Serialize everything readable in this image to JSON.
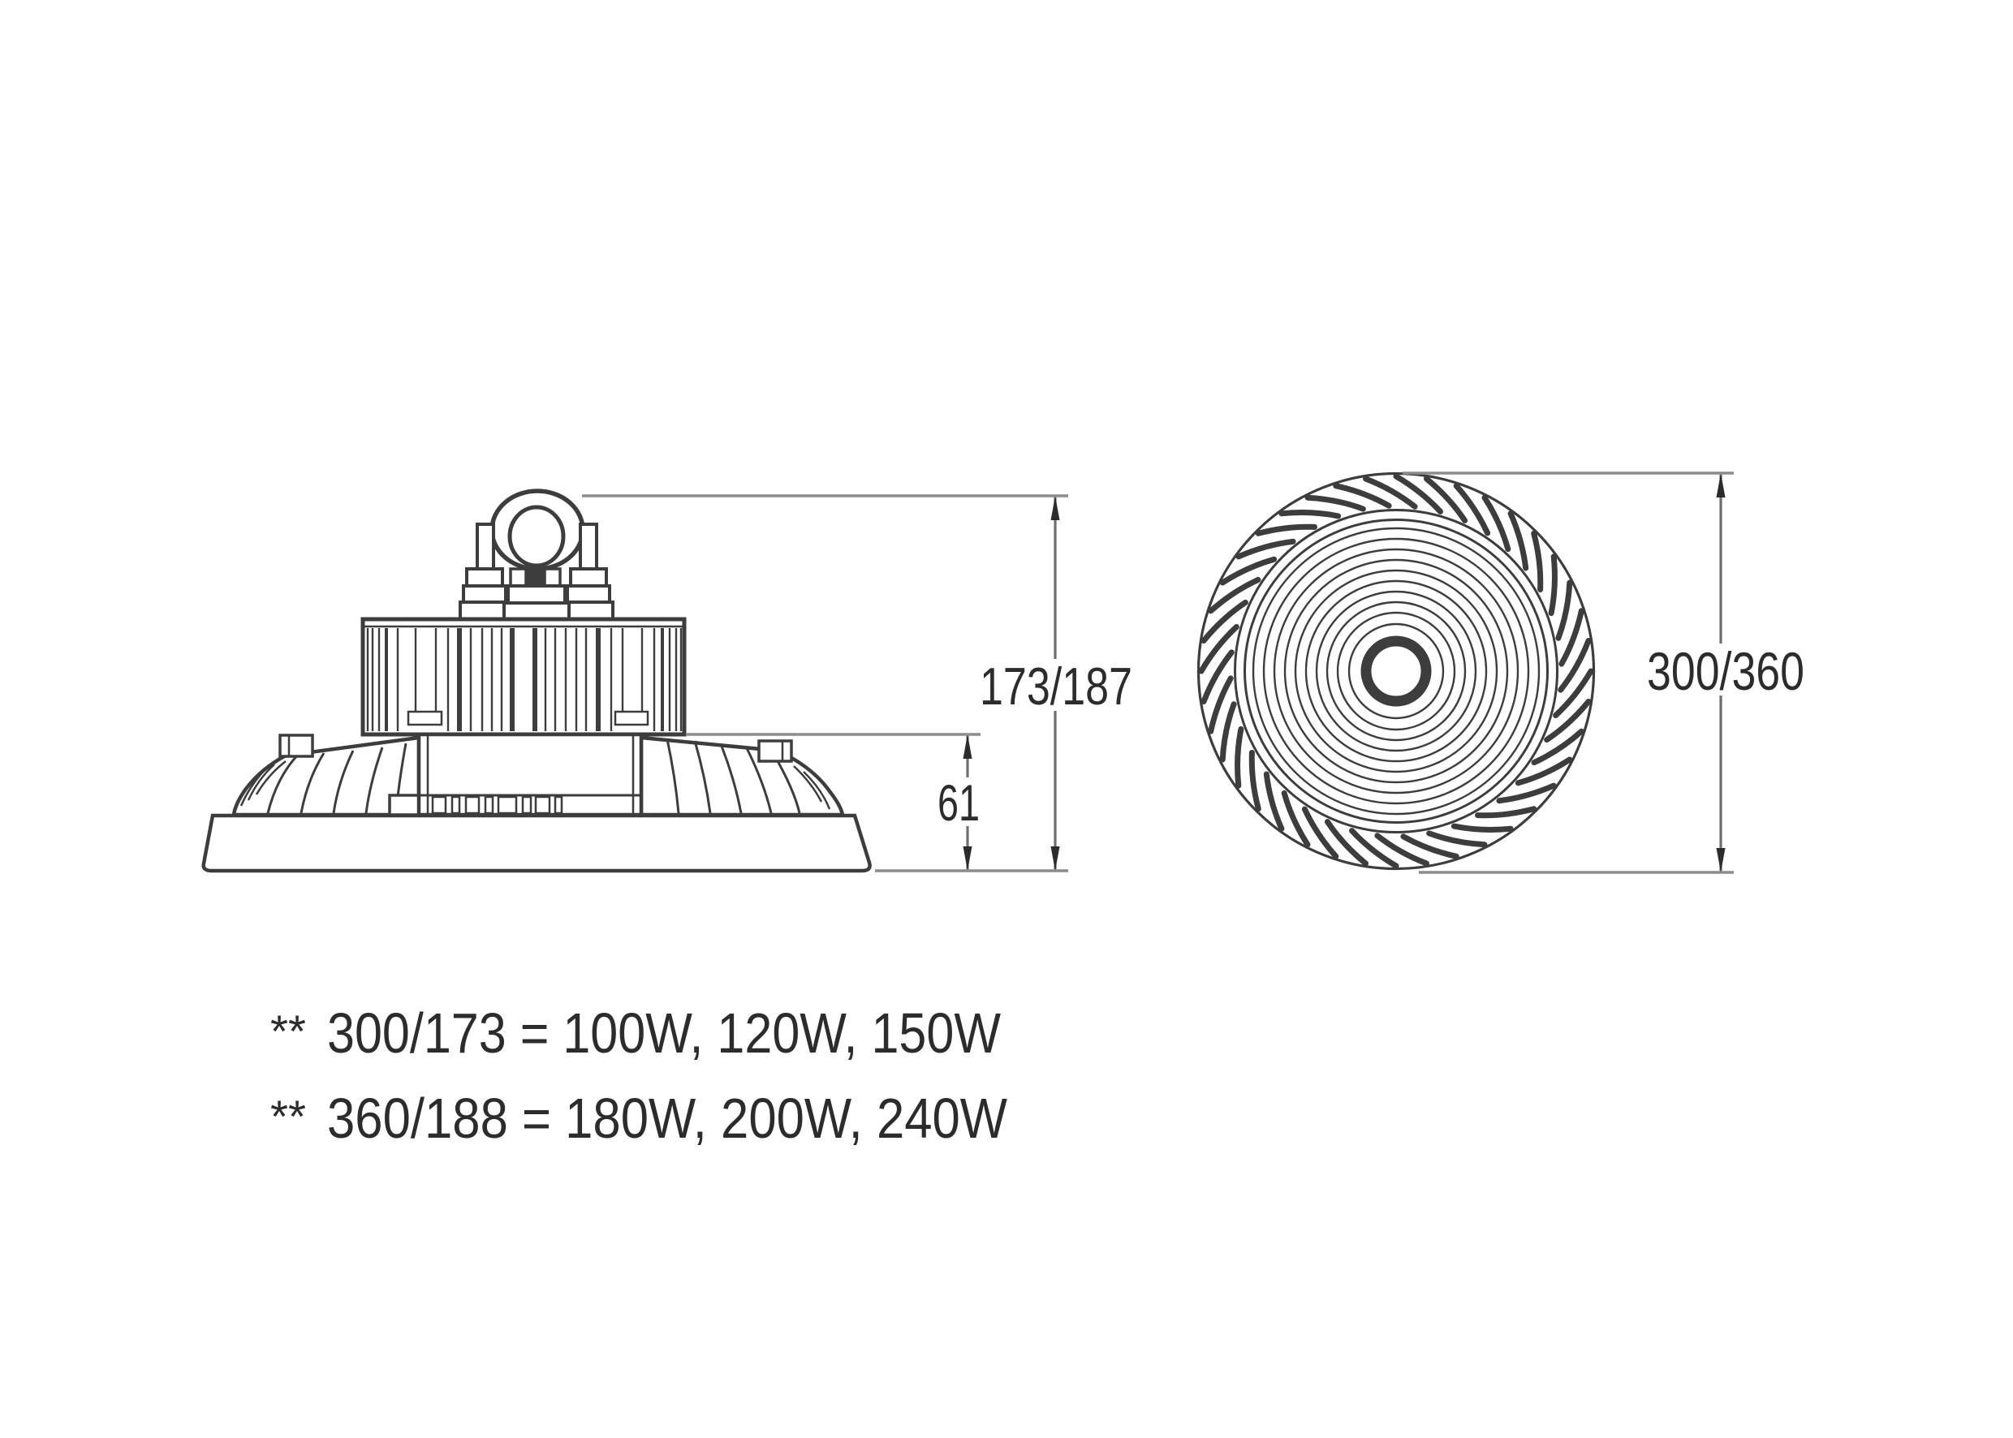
{
  "side_view": {
    "dim_total_height": "173/187",
    "dim_base_height": "61"
  },
  "top_view": {
    "dim_diameter": "300/360"
  },
  "notes": [
    {
      "marker": "**",
      "text": "300/173 = 100W, 120W, 150W"
    },
    {
      "marker": "**",
      "text": "360/188 = 180W, 200W, 240W"
    }
  ],
  "colors": {
    "background": "#ffffff",
    "line": "#3d3d3d",
    "dim_line": "#6f6f6f",
    "ext_line": "#8c8c8c",
    "text": "#2c2c2c"
  }
}
